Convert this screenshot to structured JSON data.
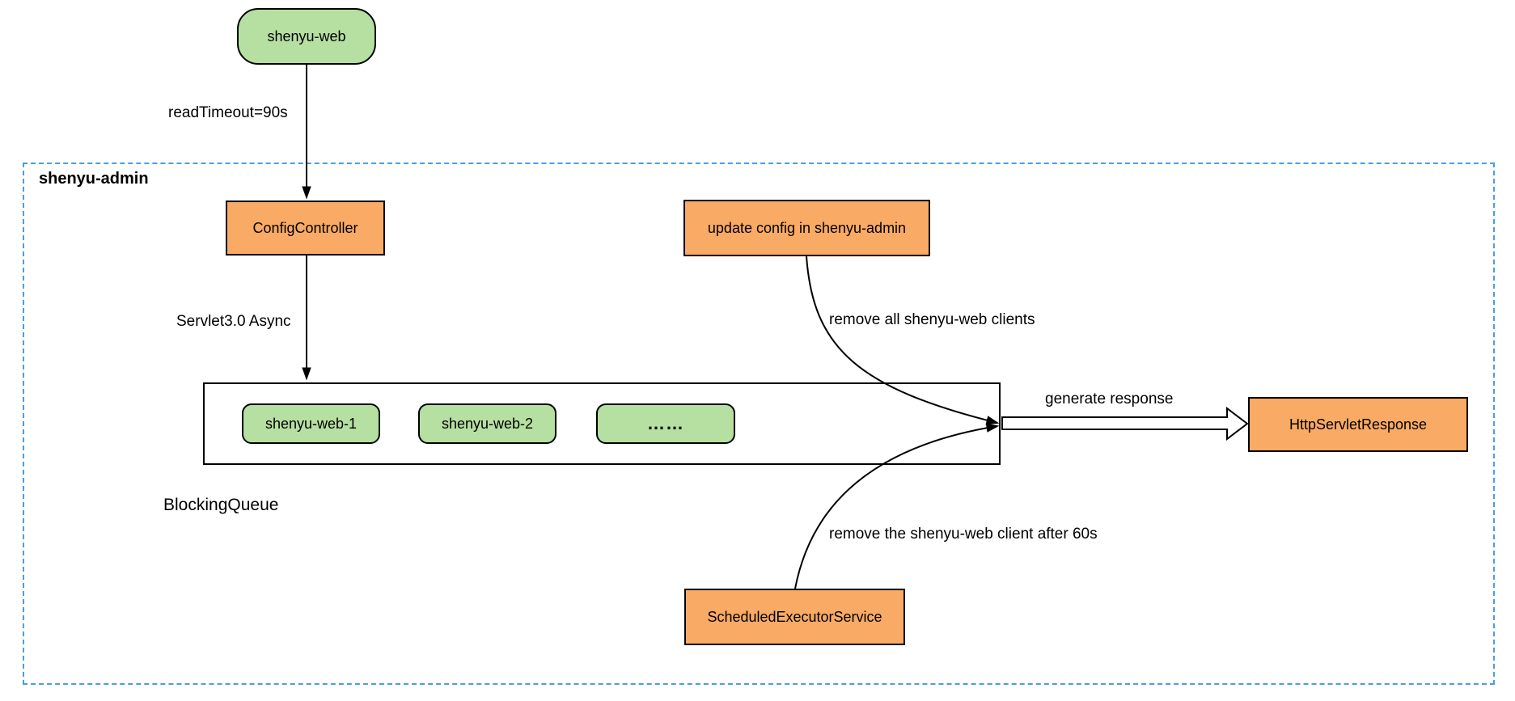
{
  "container": {
    "label": "shenyu-admin",
    "border_color": "#4b9ce8"
  },
  "nodes": {
    "shenyu_web": {
      "label": "shenyu-web",
      "fill": "#b6dfa2"
    },
    "config_controller": {
      "label": "ConfigController",
      "fill": "#f9aa64"
    },
    "update_config": {
      "label": "update config in shenyu-admin",
      "fill": "#f9aa64"
    },
    "scheduled_executor": {
      "label": "ScheduledExecutorService",
      "fill": "#f9aa64"
    },
    "http_servlet_response": {
      "label": "HttpServletResponse",
      "fill": "#f9aa64"
    }
  },
  "queue": {
    "label": "BlockingQueue",
    "items": [
      {
        "label": "shenyu-web-1"
      },
      {
        "label": "shenyu-web-2"
      },
      {
        "label": "……"
      }
    ],
    "item_fill": "#b6dfa2"
  },
  "edges": {
    "read_timeout": {
      "label": "readTimeout=90s"
    },
    "servlet_async": {
      "label": "Servlet3.0 Async"
    },
    "remove_all_clients": {
      "label": "remove all shenyu-web clients"
    },
    "remove_client_60s": {
      "label": "remove the shenyu-web client after 60s"
    },
    "generate_response": {
      "label": "generate response"
    }
  },
  "colors": {
    "node_green_fill": "#b6dfa2",
    "node_orange_fill": "#f9aa64",
    "shape_border": "#000000",
    "group_dashed_border": "#4b9ce8",
    "background": "#ffffff",
    "text": "#000000"
  }
}
